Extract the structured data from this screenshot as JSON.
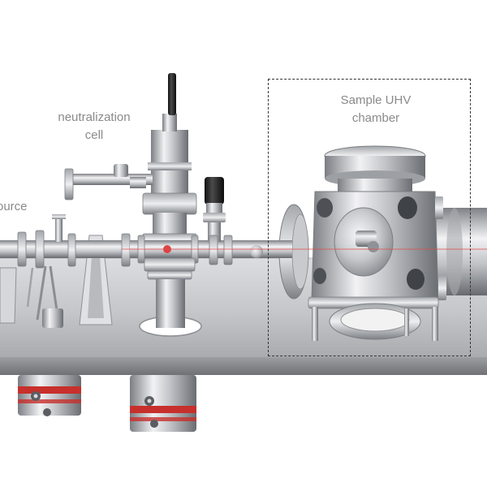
{
  "labels": {
    "source": "ource",
    "neutralization_line1": "neutralization",
    "neutralization_line2": "cell",
    "sample_line1": "Sample UHV",
    "sample_line2": "chamber"
  },
  "colors": {
    "steel_light": "#e8e8ea",
    "steel_mid": "#b9bbbf",
    "steel_dark": "#6d7075",
    "table_top": "#c9cacc",
    "table_edge": "#8e9094",
    "accent_red": "#d0312d",
    "beam": "#e24a4a",
    "label_gray": "#8a8a8a"
  }
}
